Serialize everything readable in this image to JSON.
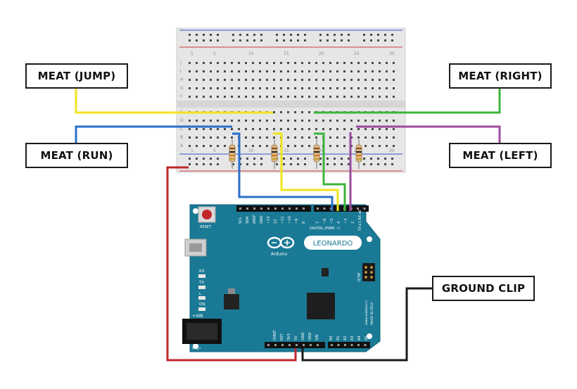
{
  "labels": {
    "meat_jump": "MEAT (JUMP)",
    "meat_run": "MEAT (RUN)",
    "meat_right": "MEAT (RIGHT)",
    "meat_left": "MEAT (LEFT)",
    "ground_clip": "GROUND CLIP"
  },
  "board": {
    "brand": "Arduino",
    "model": "LEONARDO",
    "reset": "RESET",
    "digital": "DIGITAL (PWM ~)",
    "icsp": "ICSP",
    "site": "www.arduino.cc",
    "made": "MADE IN ITALY",
    "vin": "+VIN",
    "led_rx": "RX",
    "led_tx": "TX",
    "led_l": "L",
    "led_on": "ON",
    "txrx": "TX ▸1  RX ◂0",
    "top_pins": [
      "SCL",
      "SDA",
      "AREF",
      "GND",
      "~13",
      "12",
      "~11",
      "~10",
      "~9",
      "8"
    ],
    "top_pins2": [
      "7",
      "~6",
      "~5",
      "4",
      "~3",
      "2"
    ],
    "power_pins": [
      "IOREF",
      "RST",
      "3V3",
      "5V",
      "GND",
      "GND",
      "VIN"
    ],
    "analog_pins": [
      "A0",
      "A1",
      "A2",
      "A3",
      "A4",
      "A5"
    ]
  },
  "breadboard": {
    "col_numbers": [
      "1",
      "5",
      "10",
      "15",
      "20",
      "25",
      "30"
    ],
    "row_letters_top": [
      "J",
      "I",
      "H",
      "G",
      "F"
    ],
    "row_letters_bottom": [
      "E",
      "D",
      "C",
      "B",
      "A"
    ]
  },
  "colors": {
    "yellow": "#f0e41c",
    "blue": "#2a6fc9",
    "green": "#3cb43c",
    "purple": "#9a4a9e",
    "red": "#c0272d",
    "black": "#1a1a1a",
    "board": "#1a7a96",
    "breadboard": "#e8e8e8"
  }
}
